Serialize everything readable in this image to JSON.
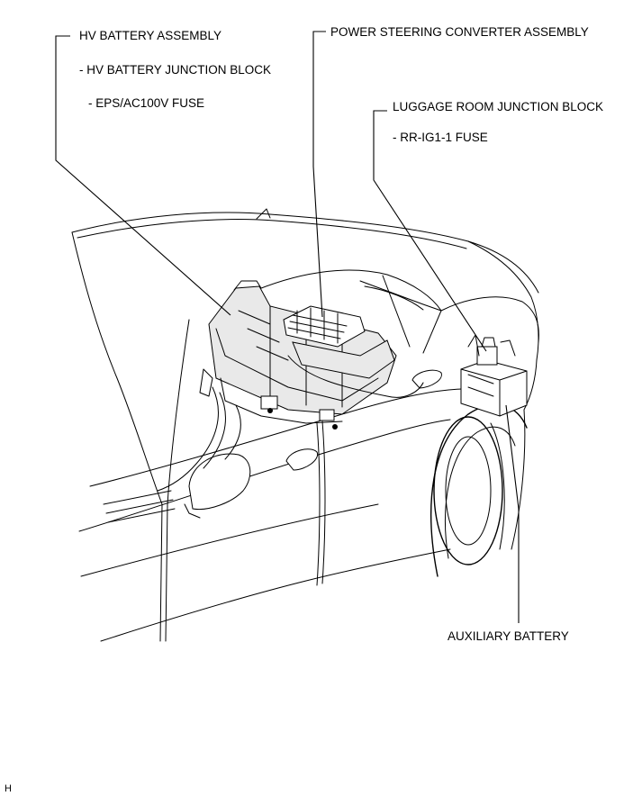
{
  "labels": {
    "hv_battery_assembly": "HV BATTERY ASSEMBLY",
    "hv_battery_junction_block": "- HV BATTERY JUNCTION BLOCK",
    "eps_ac100v_fuse": "- EPS/AC100V FUSE",
    "power_steering_converter_assembly": "POWER STEERING CONVERTER ASSEMBLY",
    "luggage_room_junction_block": "LUGGAGE ROOM JUNCTION BLOCK",
    "rr_ig1_1_fuse": "- RR-IG1-1 FUSE",
    "auxiliary_battery": "AUXILIARY BATTERY"
  },
  "figure_code": "H"
}
